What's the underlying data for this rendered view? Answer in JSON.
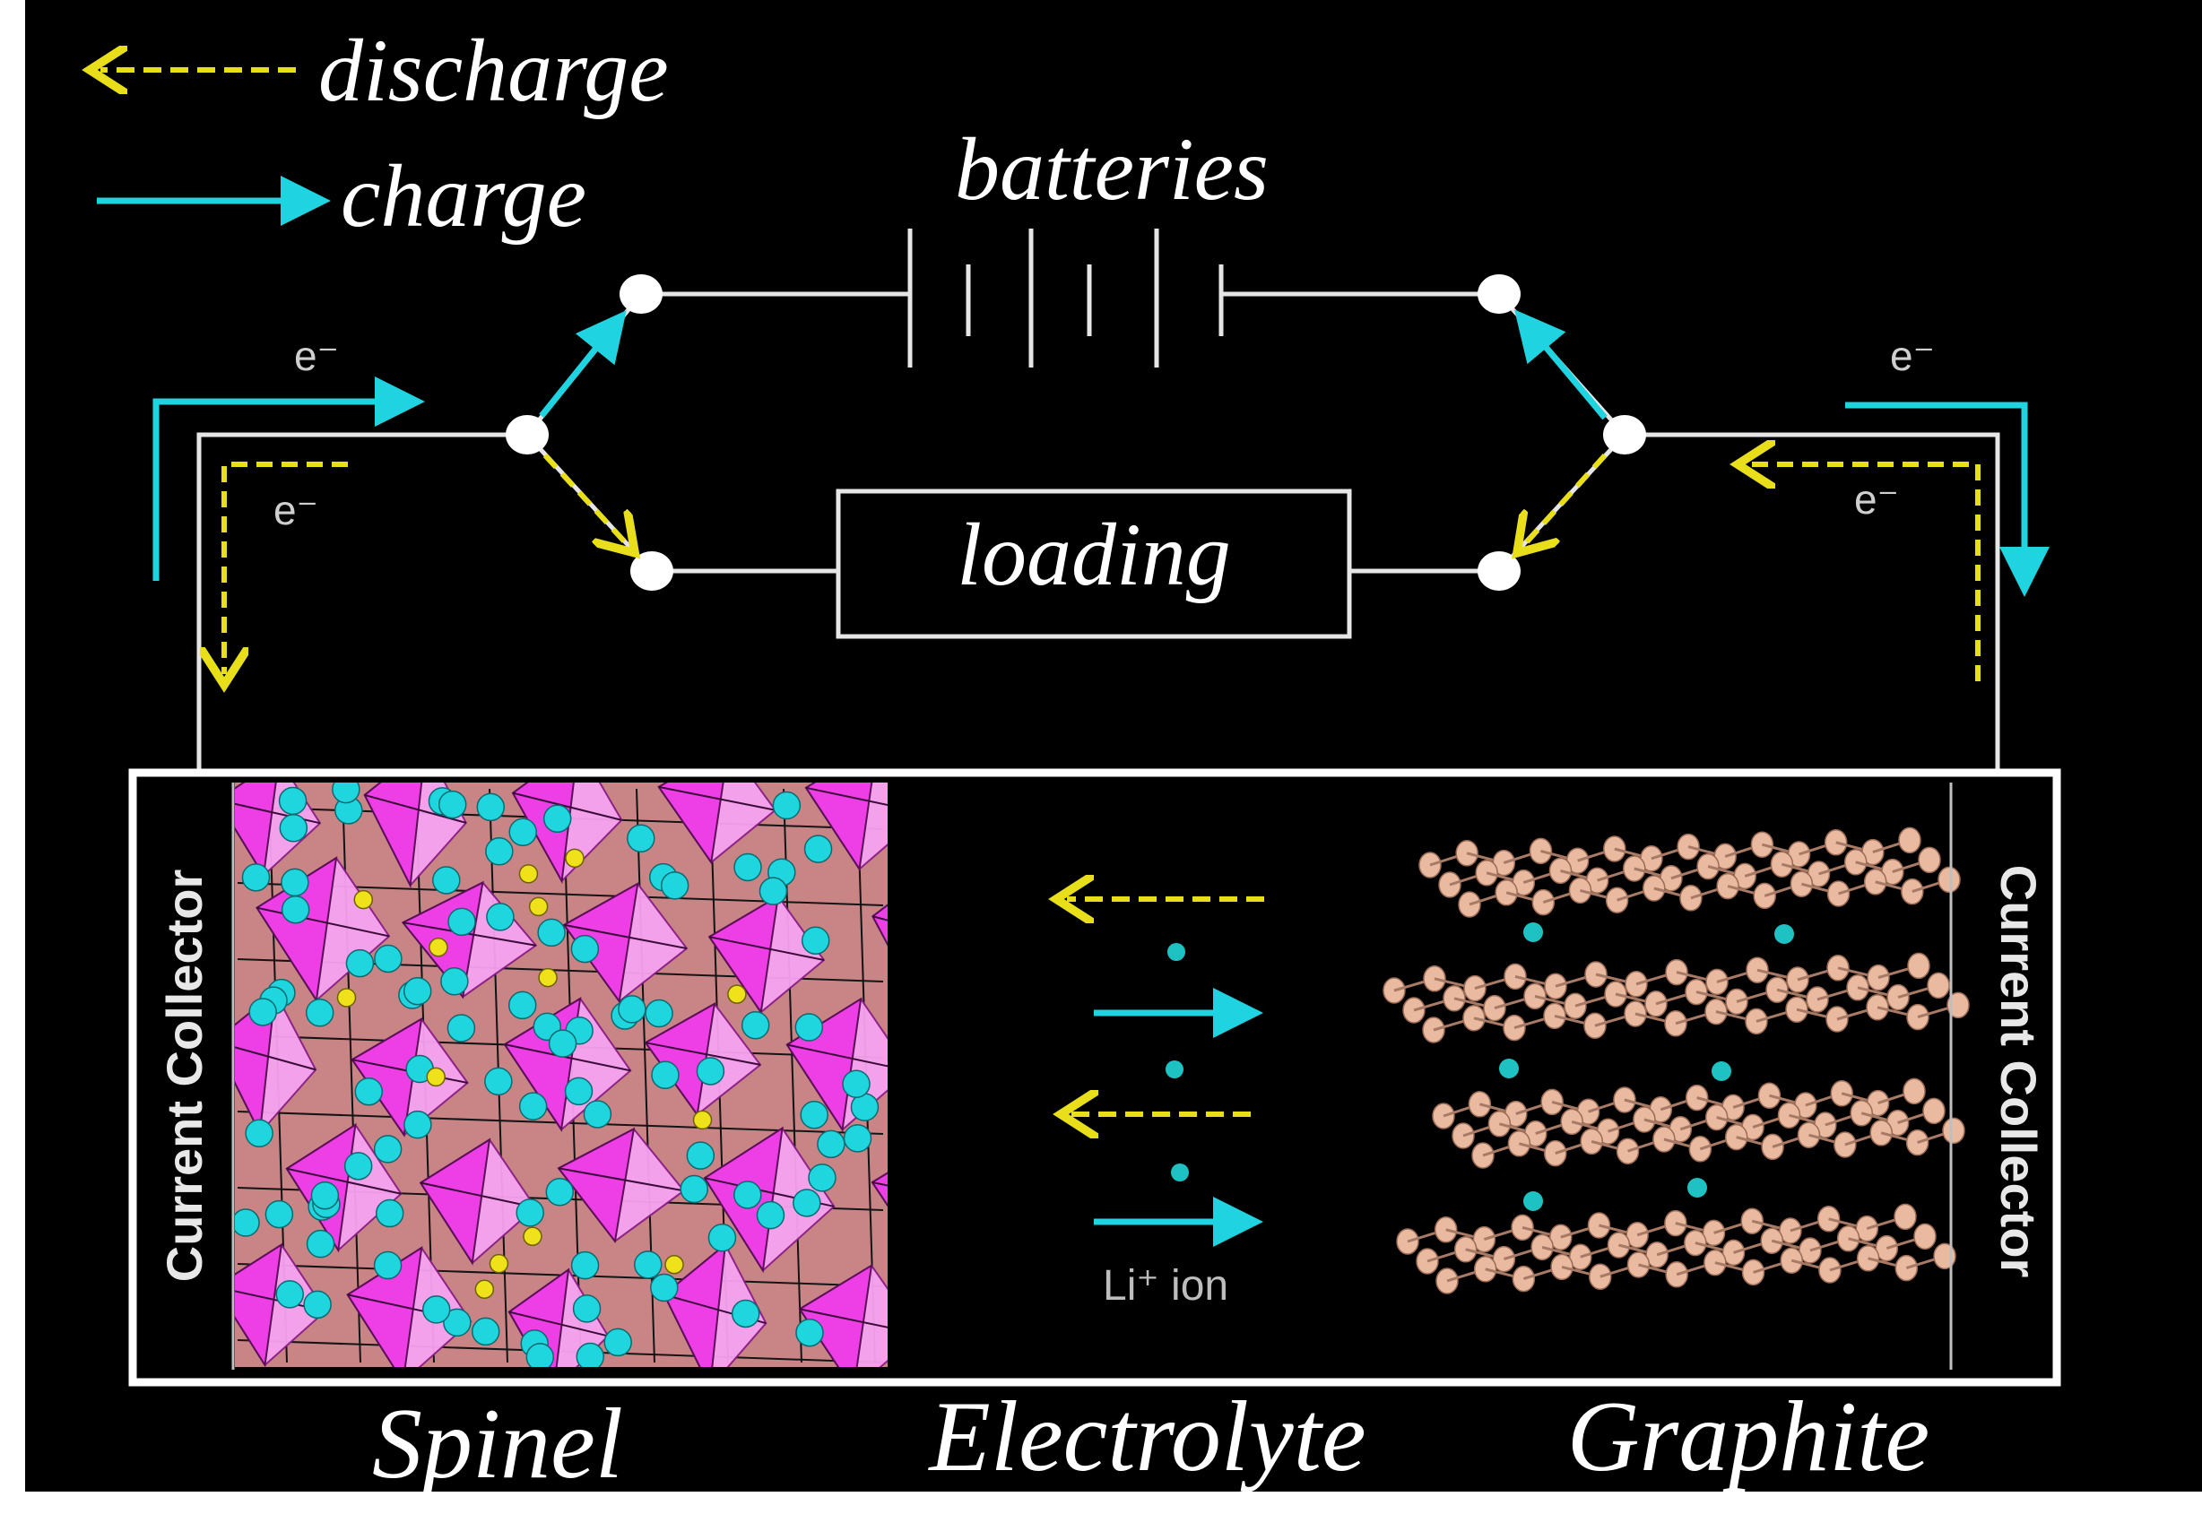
{
  "legend": {
    "discharge_label": "discharge",
    "charge_label": "charge"
  },
  "circuit": {
    "batteries_label": "batteries",
    "loading_label": "loading",
    "electron_labels": [
      "e⁻",
      "e⁻",
      "e⁻",
      "e⁻"
    ]
  },
  "cell": {
    "left_collector_label": "Current Collector",
    "right_collector_label": "Current Collector",
    "li_ion_label": "Li⁺ ion"
  },
  "captions": {
    "spinel": "Spinel",
    "electrolyte": "Electrolyte",
    "graphite": "Graphite"
  },
  "colors": {
    "background": "#000000",
    "wire": "#e6e6e6",
    "charge_arrow": "#1fd3e0",
    "discharge_arrow": "#e8df1a",
    "spinel_bg": "#c98585",
    "octahedron": "#ee3ee6",
    "octahedron_light": "#f7a3f2",
    "oxygen": "#1fd6df",
    "lithium_site": "#f0e21a",
    "graphite_atom": "#e9b9a0",
    "li_ion": "#1fc2c2"
  }
}
